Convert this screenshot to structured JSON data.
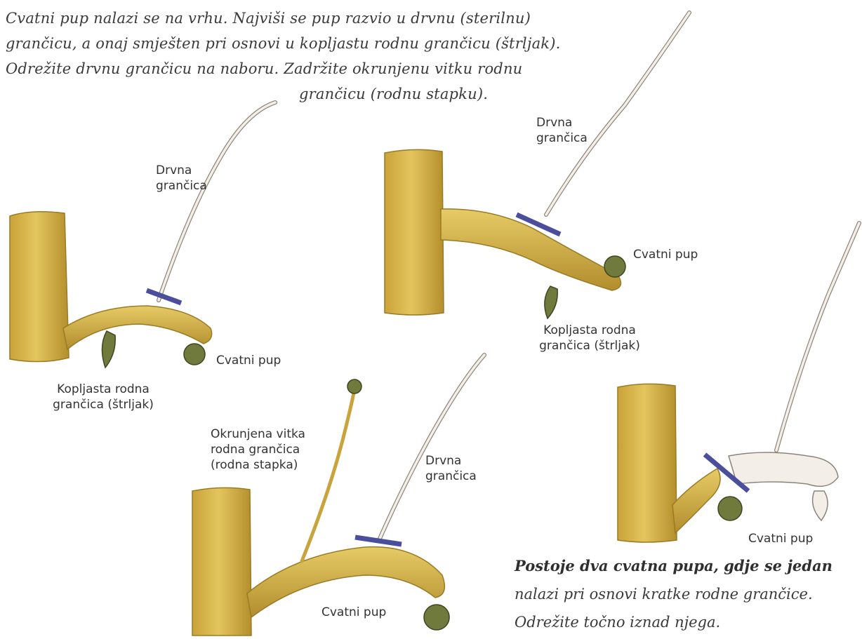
{
  "caption_top": {
    "line1": "Cvatni pup nalazi se na vrhu. Najviši se pup razvio u drvnu (sterilnu)",
    "line2": "grančicu, a onaj smješten pri osnovi u kopljastu rodnu grančicu (štrljak).",
    "line3": "Odrežite drvnu grančicu na naboru. Zadržite okrunjenu vitku rodnu",
    "line4": "grančicu (rodnu stapku)."
  },
  "caption_bottom": {
    "line1": "Postoje dva cvatna pupa, gdje se jedan",
    "line2": "nalazi pri osnovi kratke rodne grančice.",
    "line3": "Odrežite točno iznad njega."
  },
  "fig1": {
    "woody_shoot": [
      "Drvna",
      "grančica"
    ],
    "flower_bud": "Cvatni pup",
    "spur": [
      "Kopljasta rodna",
      "grančica (štrljak)"
    ]
  },
  "fig2": {
    "woody_shoot": [
      "Drvna",
      "grančica"
    ],
    "flower_bud": "Cvatni pup",
    "spur": [
      "Kopljasta rodna",
      "grančica (štrljak)"
    ]
  },
  "fig3": {
    "fruiting_stalk": [
      "Okrunjena vitka",
      "rodna grančica",
      "(rodna stapka)"
    ],
    "woody_shoot": [
      "Drvna",
      "grančica"
    ],
    "flower_bud": "Cvatni pup"
  },
  "fig4": {
    "flower_bud": "Cvatni pup"
  },
  "colors": {
    "wood": "#d9b84a",
    "wood_dark": "#a98a2a",
    "cut_mark": "#4b4e9c",
    "bud": "#6f7a3c",
    "twig": "#f1ece4"
  }
}
